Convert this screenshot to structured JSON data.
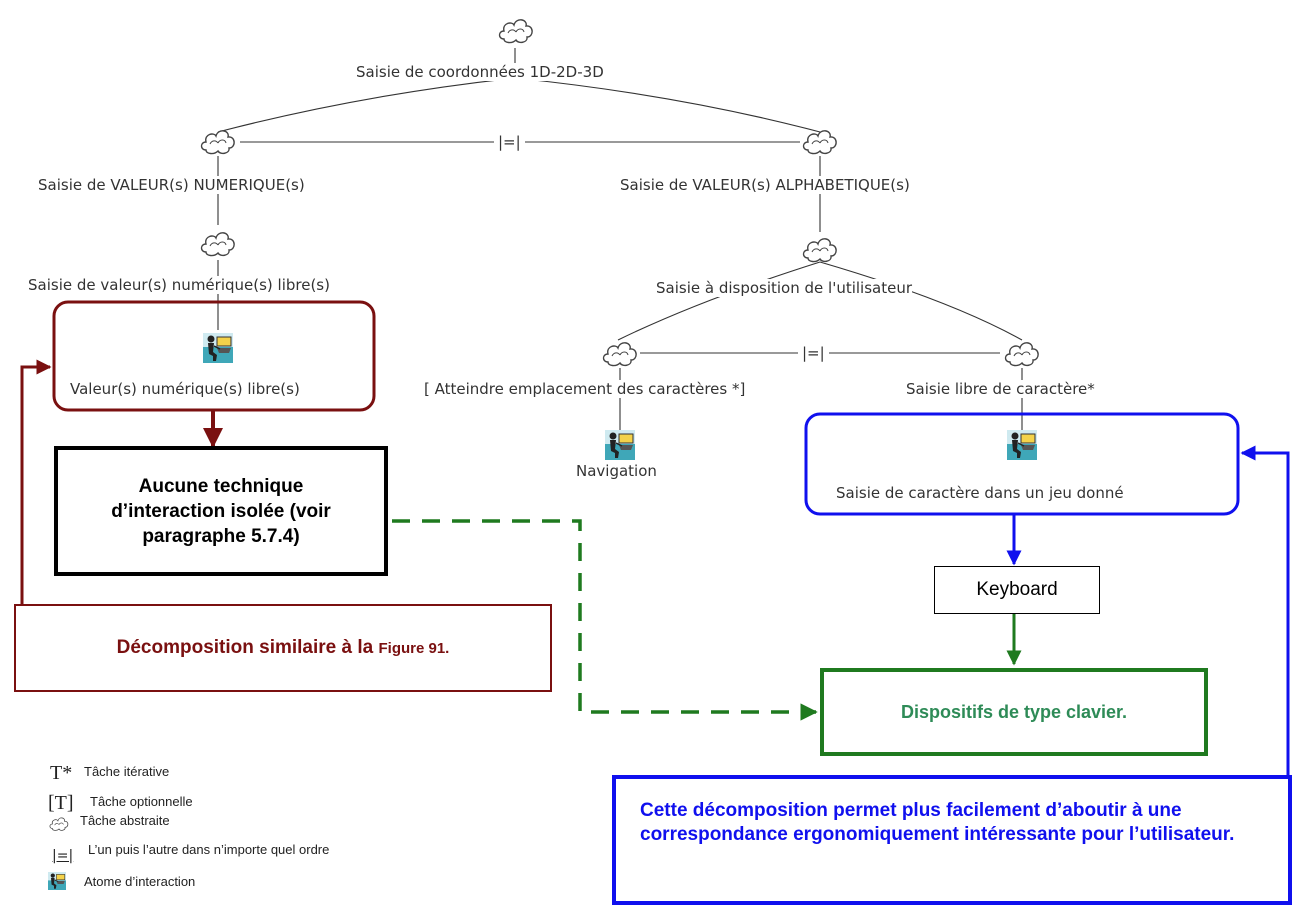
{
  "tree": {
    "root": "Saisie de coordonnées 1D-2D-3D",
    "operator": "|=|",
    "numeric": "Saisie de VALEUR(s) NUMERIQUE(s)",
    "alpha": "Saisie de VALEUR(s) ALPHABETIQUE(s)",
    "numeric_free": "Saisie de valeur(s) numérique(s) libre(s)",
    "numeric_atom": "Valeur(s) numérique(s) libre(s)",
    "user_dispo": "Saisie à disposition de l'utilisateur",
    "reach": "[ Atteindre emplacement des caractères *]",
    "free_char": "Saisie libre de caractère*",
    "navigation": "Navigation",
    "char_atom": "Saisie de caractère dans un jeu donné"
  },
  "boxes": {
    "no_technique": "Aucune technique d’interaction isolée (voir paragraphe 5.7.4)",
    "similar_prefix": "Décomposition similaire à la ",
    "similar_fig": "Figure 91.",
    "keyboard": "Keyboard",
    "devices": "Dispositifs de type clavier.",
    "comment": "Cette décomposition permet plus facilement d’aboutir à une correspondance ergonomiquement intéressante pour l’utilisateur."
  },
  "legend": {
    "iter_sym": "T*",
    "iter": "Tâche itérative",
    "opt_sym": "[T]",
    "opt": "Tâche optionnelle",
    "abstract": "Tâche abstraite",
    "op_sym": "|=|",
    "order": "L’un puis l’autre dans n’importe quel ordre",
    "atom": "Atome d’interaction"
  },
  "colors": {
    "dark_red": "#7a1010",
    "blue": "#1010ee",
    "green": "#1f7a1f",
    "green_text": "#2e8b57"
  }
}
